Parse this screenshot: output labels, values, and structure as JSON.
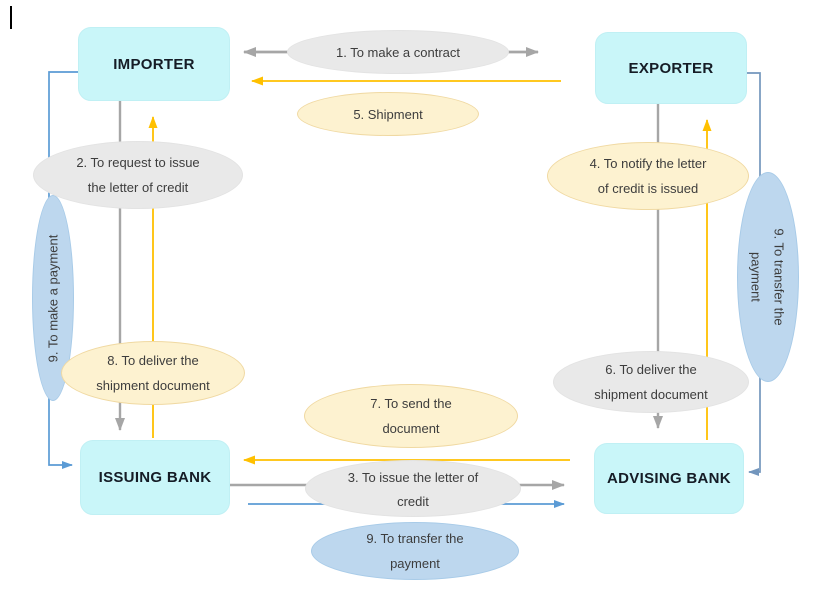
{
  "diagram": {
    "boxes": {
      "importer": {
        "label": "IMPORTER"
      },
      "exporter": {
        "label": "EXPORTER"
      },
      "issuing_bank": {
        "label": "ISSUING BANK"
      },
      "advising_bank": {
        "label": "ADVISING BANK"
      }
    },
    "steps": {
      "s1": {
        "line1": "1. To make a contract"
      },
      "s2": {
        "line1": "2. To request to issue",
        "line2": "the letter of credit"
      },
      "s3": {
        "line1": "3.  To issue the letter of",
        "line2": "credit"
      },
      "s4": {
        "line1": "4. To notify the letter",
        "line2": "of credit is issued"
      },
      "s5": {
        "line1": "5. Shipment"
      },
      "s6": {
        "line1": "6. To deliver the",
        "line2": "shipment document"
      },
      "s7": {
        "line1": "7. To send the",
        "line2": "document"
      },
      "s8": {
        "line1": "8. To deliver the",
        "line2": "shipment document"
      },
      "s9_left": {
        "line1": "9. To make a payment"
      },
      "s9_right": {
        "line1": "9. To transfer the",
        "line2": "payment"
      },
      "s9_bottom": {
        "line1": "9. To transfer the",
        "line2": "payment"
      }
    },
    "colors": {
      "node_fill": "#c9f6f9",
      "gray_ellipse": "#e9e9e9",
      "cream_ellipse": "#fdf2d0",
      "blue_ellipse": "#bdd7ee",
      "arrow_gray": "#a6a6a6",
      "arrow_yellow": "#ffc000",
      "arrow_blue": "#5b9bd5",
      "arrow_steel_blue": "#7396bd"
    }
  }
}
